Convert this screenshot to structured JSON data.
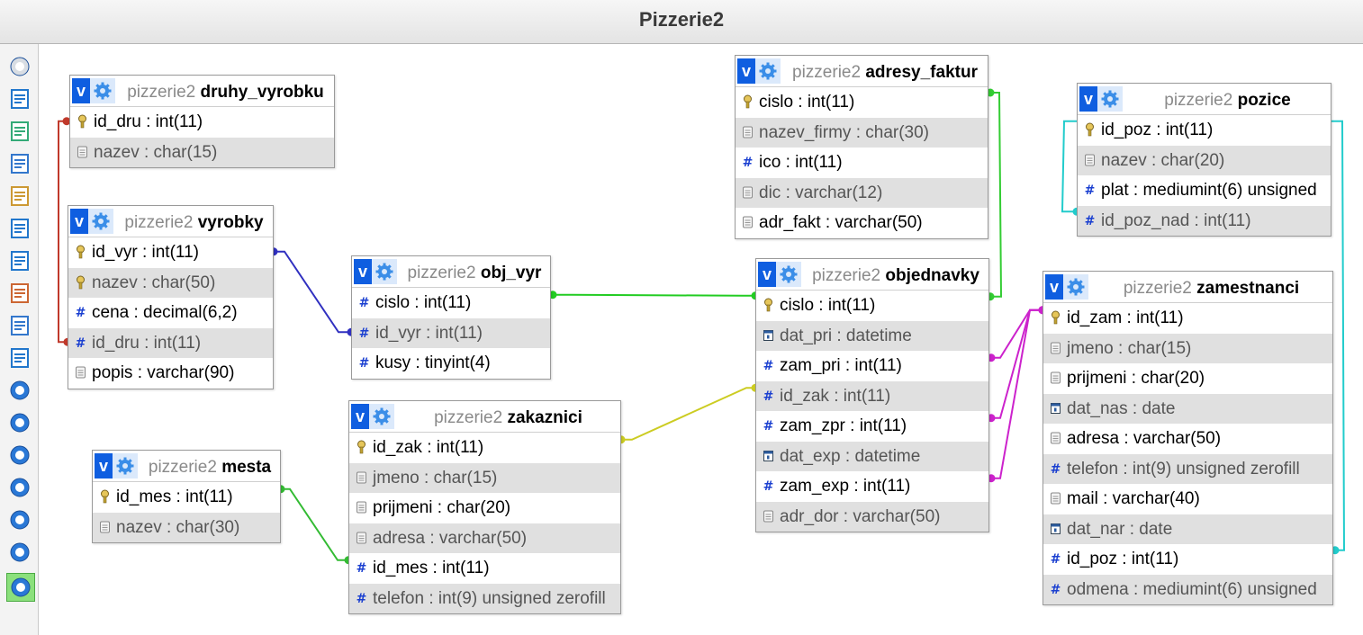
{
  "window": {
    "title": "Pizzerie2"
  },
  "toolbar": {
    "buttons": [
      {
        "icon": "toggle-collapse-icon"
      },
      {
        "icon": "fit-to-screen-icon"
      },
      {
        "icon": "add-tables-icon"
      },
      {
        "icon": "new-page-icon"
      },
      {
        "icon": "edit-page-icon"
      },
      {
        "icon": "save-icon"
      },
      {
        "icon": "save-as-icon"
      },
      {
        "icon": "delete-page-icon"
      },
      {
        "icon": "table-list-icon"
      },
      {
        "icon": "relation-lines-icon"
      },
      {
        "icon": "toggle-all-icon"
      },
      {
        "icon": "angular-links-icon"
      },
      {
        "icon": "help-icon"
      },
      {
        "icon": "small-big-icon"
      },
      {
        "icon": "snap-to-grid-icon"
      },
      {
        "icon": "export-icon"
      },
      {
        "icon": "fullscreen-icon"
      }
    ]
  },
  "tables": [
    {
      "id": "druhy_vyrobku",
      "db": "pizzerie2",
      "name": "druhy_vyrobku",
      "columns": [
        {
          "text": "id_dru : int(11)",
          "type": "key"
        },
        {
          "text": "nazev : char(15)",
          "type": "text"
        }
      ]
    },
    {
      "id": "vyrobky",
      "db": "pizzerie2",
      "name": "vyrobky",
      "columns": [
        {
          "text": "id_vyr : int(11)",
          "type": "key"
        },
        {
          "text": "nazev : char(50)",
          "type": "key"
        },
        {
          "text": "cena : decimal(6,2)",
          "type": "number"
        },
        {
          "text": "id_dru : int(11)",
          "type": "number"
        },
        {
          "text": "popis : varchar(90)",
          "type": "text"
        }
      ]
    },
    {
      "id": "mesta",
      "db": "pizzerie2",
      "name": "mesta",
      "columns": [
        {
          "text": "id_mes : int(11)",
          "type": "key"
        },
        {
          "text": "nazev : char(30)",
          "type": "text"
        }
      ]
    },
    {
      "id": "obj_vyr",
      "db": "pizzerie2",
      "name": "obj_vyr",
      "columns": [
        {
          "text": "cislo : int(11)",
          "type": "number"
        },
        {
          "text": "id_vyr : int(11)",
          "type": "number"
        },
        {
          "text": "kusy : tinyint(4)",
          "type": "number"
        }
      ]
    },
    {
      "id": "zakaznici",
      "db": "pizzerie2",
      "name": "zakaznici",
      "columns": [
        {
          "text": "id_zak : int(11)",
          "type": "key"
        },
        {
          "text": "jmeno : char(15)",
          "type": "text"
        },
        {
          "text": "prijmeni : char(20)",
          "type": "text"
        },
        {
          "text": "adresa : varchar(50)",
          "type": "text"
        },
        {
          "text": "id_mes : int(11)",
          "type": "number"
        },
        {
          "text": "telefon : int(9) unsigned zerofill",
          "type": "number"
        }
      ]
    },
    {
      "id": "adresy_faktur",
      "db": "pizzerie2",
      "name": "adresy_faktur",
      "columns": [
        {
          "text": "cislo : int(11)",
          "type": "key"
        },
        {
          "text": "nazev_firmy : char(30)",
          "type": "text"
        },
        {
          "text": "ico : int(11)",
          "type": "number"
        },
        {
          "text": "dic : varchar(12)",
          "type": "text"
        },
        {
          "text": "adr_fakt : varchar(50)",
          "type": "text"
        }
      ]
    },
    {
      "id": "objednavky",
      "db": "pizzerie2",
      "name": "objednavky",
      "columns": [
        {
          "text": "cislo : int(11)",
          "type": "key"
        },
        {
          "text": "dat_pri : datetime",
          "type": "date"
        },
        {
          "text": "zam_pri : int(11)",
          "type": "number"
        },
        {
          "text": "id_zak : int(11)",
          "type": "number"
        },
        {
          "text": "zam_zpr : int(11)",
          "type": "number"
        },
        {
          "text": "dat_exp : datetime",
          "type": "date"
        },
        {
          "text": "zam_exp : int(11)",
          "type": "number"
        },
        {
          "text": "adr_dor : varchar(50)",
          "type": "text"
        }
      ]
    },
    {
      "id": "pozice",
      "db": "pizzerie2",
      "name": "pozice",
      "columns": [
        {
          "text": "id_poz : int(11)",
          "type": "key"
        },
        {
          "text": "nazev : char(20)",
          "type": "text"
        },
        {
          "text": "plat : mediumint(6) unsigned",
          "type": "number"
        },
        {
          "text": "id_poz_nad : int(11)",
          "type": "number"
        }
      ]
    },
    {
      "id": "zamestnanci",
      "db": "pizzerie2",
      "name": "zamestnanci",
      "columns": [
        {
          "text": "id_zam : int(11)",
          "type": "key"
        },
        {
          "text": "jmeno : char(15)",
          "type": "text"
        },
        {
          "text": "prijmeni : char(20)",
          "type": "text"
        },
        {
          "text": "dat_nas : date",
          "type": "date"
        },
        {
          "text": "adresa : varchar(50)",
          "type": "text"
        },
        {
          "text": "telefon : int(9) unsigned zerofill",
          "type": "number"
        },
        {
          "text": "mail : varchar(40)",
          "type": "text"
        },
        {
          "text": "dat_nar : date",
          "type": "date"
        },
        {
          "text": "id_poz : int(11)",
          "type": "number"
        },
        {
          "text": "odmena : mediumint(6) unsigned",
          "type": "number"
        }
      ]
    }
  ],
  "relations": [
    {
      "from": "vyrobky.id_dru",
      "to": "druhy_vyrobku.id_dru",
      "color": "#c0392b"
    },
    {
      "from": "vyrobky.id_vyr",
      "to": "obj_vyr.id_vyr",
      "color": "#3030c0"
    },
    {
      "from": "obj_vyr.cislo",
      "to": "objednavky.cislo",
      "color": "#22cc22"
    },
    {
      "from": "mesta.id_mes",
      "to": "zakaznici.id_mes",
      "color": "#33bb33"
    },
    {
      "from": "zakaznici.id_zak",
      "to": "objednavky.id_zak",
      "color": "#cccc22"
    },
    {
      "from": "adresy_faktur.cislo",
      "to": "objednavky.cislo",
      "color": "#33cc33"
    },
    {
      "from": "zamestnanci.id_zam",
      "to": "objednavky.zam_pri",
      "color": "#cc22cc"
    },
    {
      "from": "zamestnanci.id_zam",
      "to": "objednavky.zam_zpr",
      "color": "#cc22cc"
    },
    {
      "from": "zamestnanci.id_zam",
      "to": "objednavky.zam_exp",
      "color": "#cc22cc"
    },
    {
      "from": "pozice.id_poz",
      "to": "pozice.id_poz_nad",
      "color": "#22cccc"
    },
    {
      "from": "pozice.id_poz",
      "to": "zamestnanci.id_poz",
      "color": "#22cccc"
    }
  ]
}
